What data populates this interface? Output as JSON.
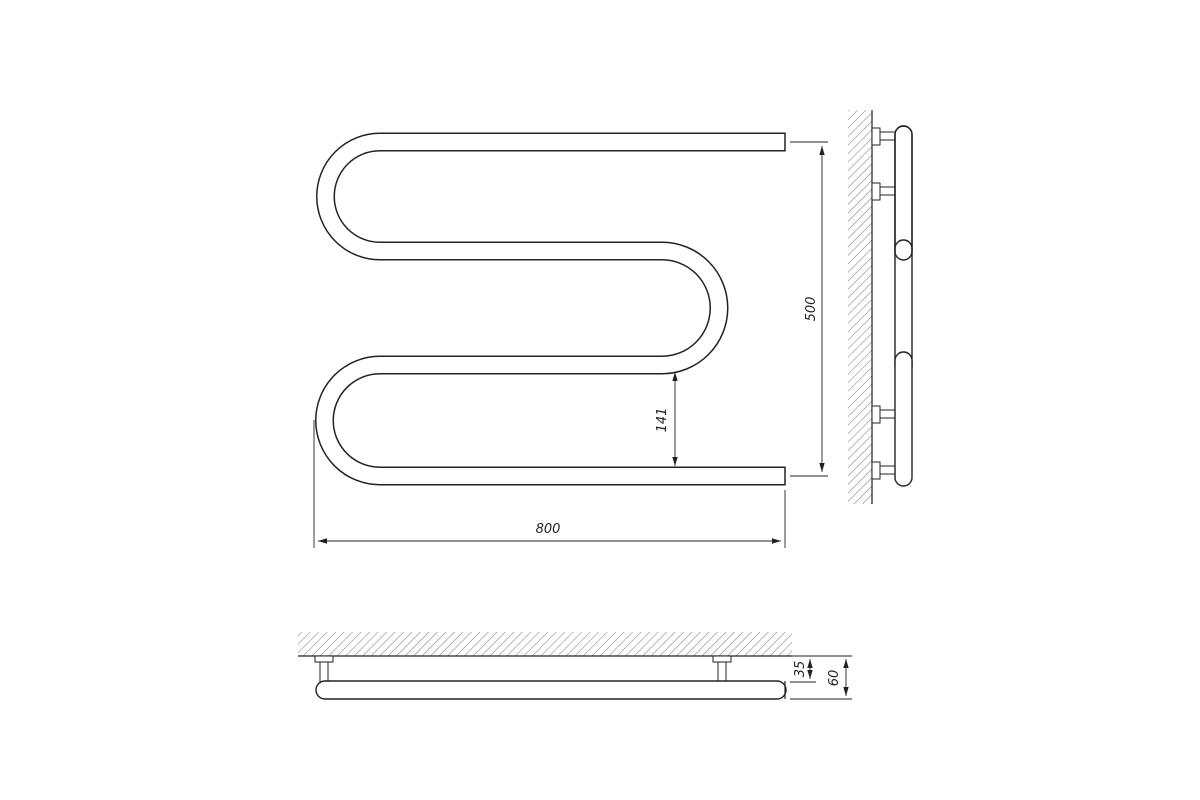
{
  "dimensions": {
    "width": "800",
    "height": "500",
    "spacing": "141",
    "standoff_short": "35",
    "standoff_total": "60"
  },
  "colors": {
    "line": "#222222",
    "background": "#ffffff",
    "hatch": "#777777"
  }
}
